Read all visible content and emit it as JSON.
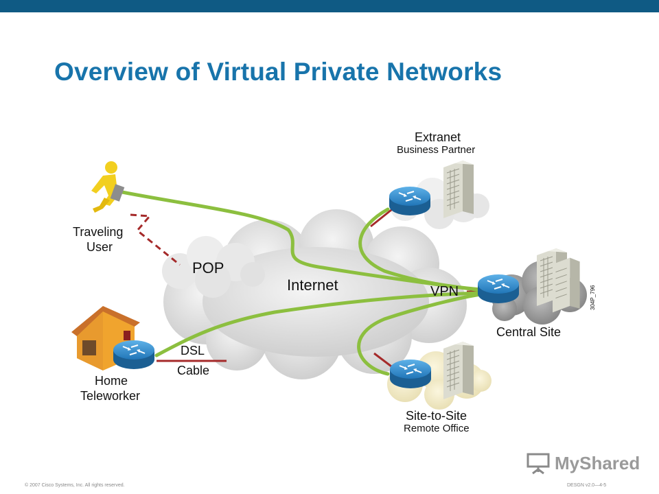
{
  "slide": {
    "title": "Overview of Virtual Private Networks",
    "footer_left": "© 2007 Cisco Systems, Inc. All rights reserved.",
    "footer_right": "DESGN v2.0—4-5",
    "watermark": "MyShared",
    "figure_id": "304P_796"
  },
  "diagram": {
    "clouds": {
      "internet": "Internet",
      "pop": "POP"
    },
    "labels": {
      "vpn": "VPN",
      "dsl": "DSL",
      "cable": "Cable"
    },
    "sites": {
      "traveling_user": [
        "Traveling",
        "User"
      ],
      "home_teleworker": [
        "Home",
        "Teleworker"
      ],
      "extranet": [
        "Extranet",
        "Business Partner"
      ],
      "central_site": "Central Site",
      "site_to_site": [
        "Site-to-Site",
        "Remote Office"
      ]
    }
  },
  "colors": {
    "title": "#1874ab",
    "topbar": "#0f5a84",
    "tunnel": "#8cbf3f",
    "wan_link": "#a52a2a",
    "router": "#2f7fbf"
  }
}
